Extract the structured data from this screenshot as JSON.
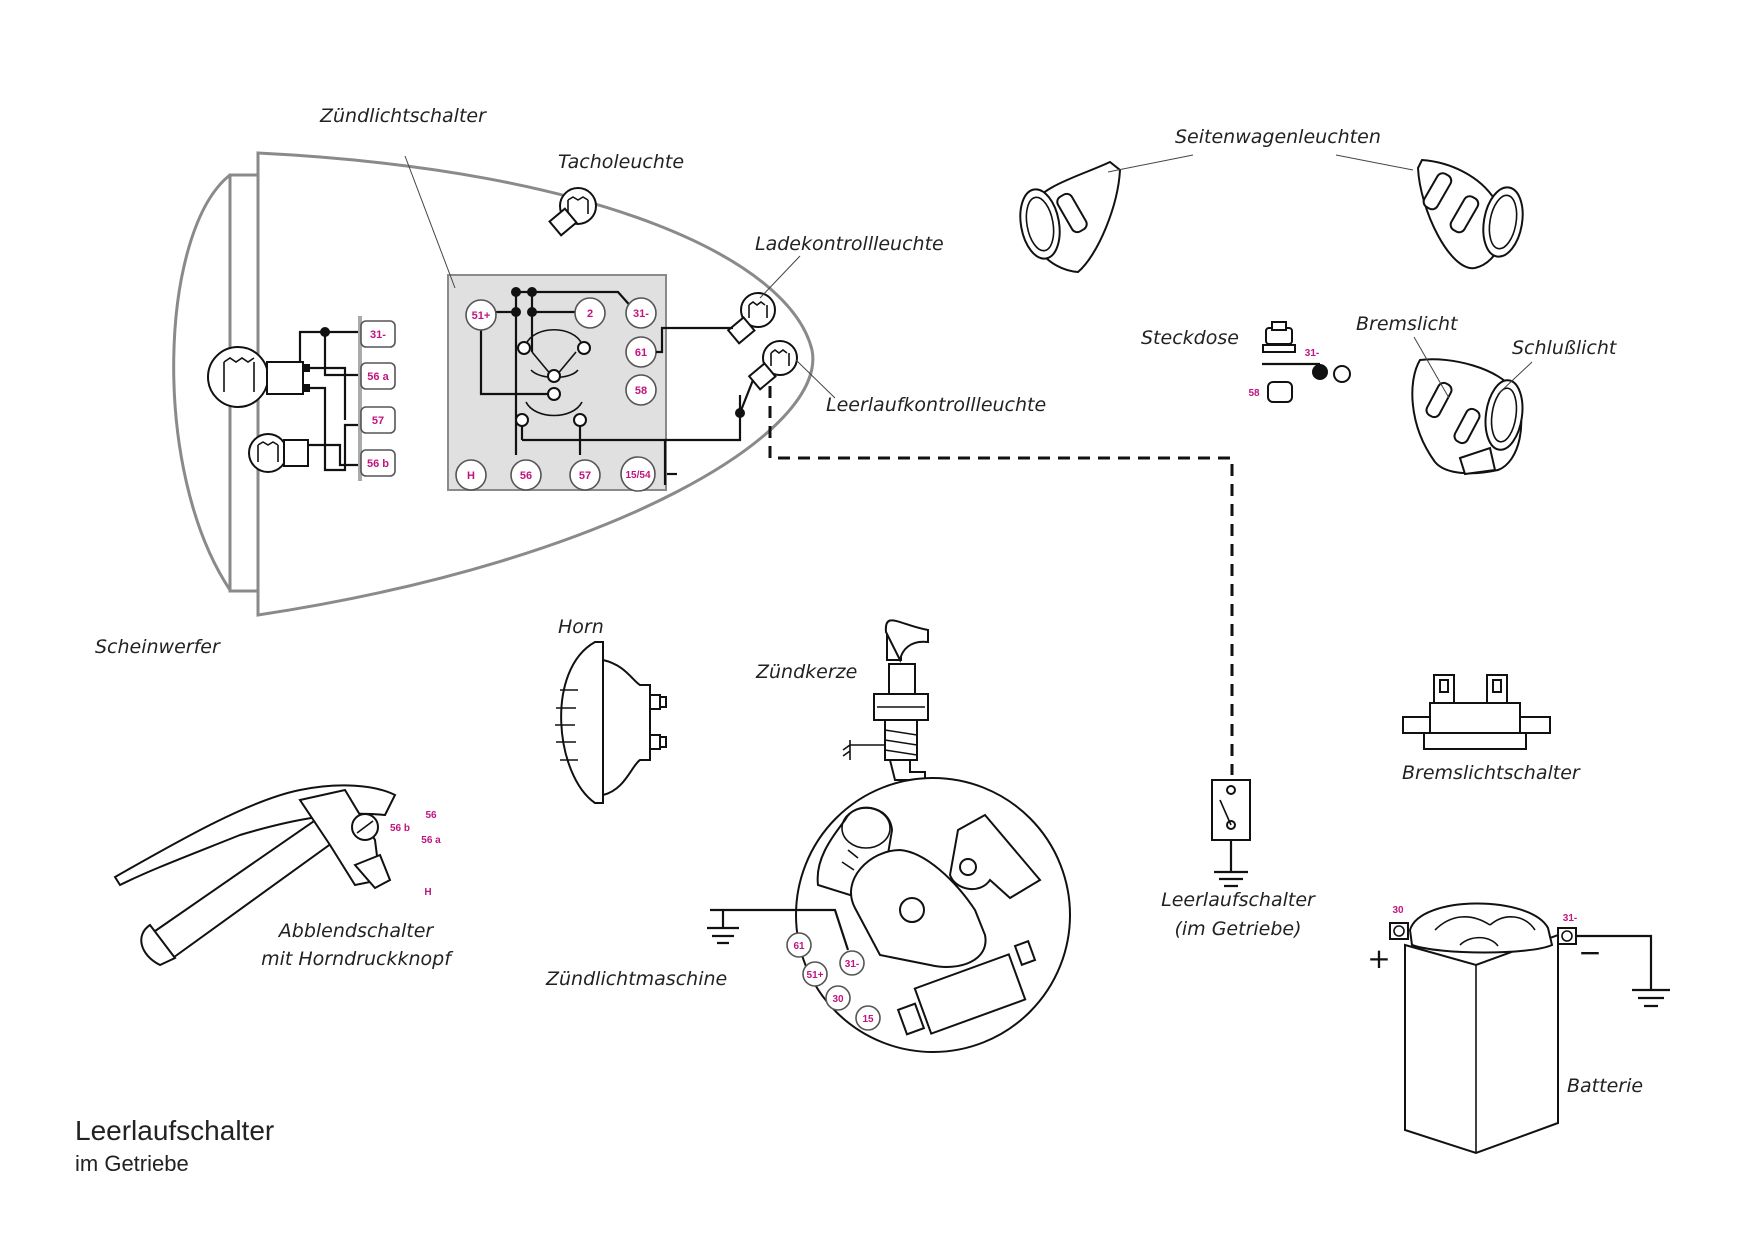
{
  "title": "Leerlaufschalter",
  "subtitle": "im Getriebe",
  "labels": {
    "zuendlichtschalter": "Zündlichtschalter",
    "tacholeuchte": "Tacholeuchte",
    "ladekontrollleuchte": "Ladekontrollleuchte",
    "leerlaufkontrollleuchte": "Leerlaufkontrollleuchte",
    "scheinwerfer": "Scheinwerfer",
    "seitenwagenleuchten": "Seitenwagenleuchten",
    "steckdose": "Steckdose",
    "bremslicht": "Bremslicht",
    "schlusslicht": "Schlußlicht",
    "horn": "Horn",
    "zuendkerze": "Zündkerze",
    "abblendschalter_1": "Abblendschalter",
    "abblendschalter_2": "mit Horndruckknopf",
    "zuendlichtmaschine": "Zündlichtmaschine",
    "leerlaufschalter_1": "Leerlaufschalter",
    "leerlaufschalter_2": "(im Getriebe)",
    "bremslichtschalter": "Bremslichtschalter",
    "batterie": "Batterie"
  },
  "terminals": {
    "headlight": [
      "31-",
      "56 a",
      "57",
      "56 b"
    ],
    "switch": {
      "t51": "51+",
      "t2": "2",
      "t31": "31-",
      "t61": "61",
      "t58": "58",
      "tH": "H",
      "t56": "56",
      "t57": "57",
      "t1554": "15/54"
    },
    "steckdose": [
      "31-",
      "58"
    ],
    "abblend": [
      "56",
      "56 b",
      "56 a",
      "H"
    ],
    "generator": [
      "61",
      "51+",
      "31-",
      "30",
      "15"
    ],
    "battery": [
      "30",
      "31-"
    ]
  },
  "polarity": {
    "plus": "+",
    "minus": "−"
  },
  "colors": {
    "terminal_text": "#c0157f",
    "panel": "#e0e0e0",
    "housing": "#8a8a8a",
    "ink": "#111111"
  }
}
